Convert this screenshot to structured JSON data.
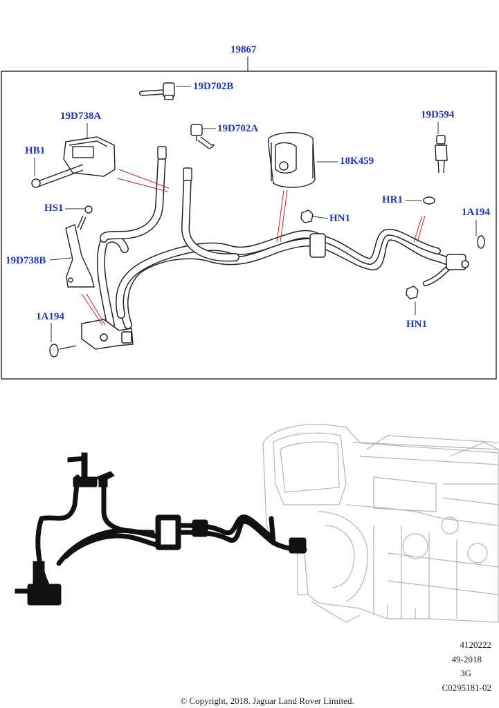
{
  "diagram": {
    "main_part": "19867",
    "callouts": {
      "c_19d702b": "19D702B",
      "c_19d738a": "19D738A",
      "c_19d702a": "19D702A",
      "c_19d594": "19D594",
      "c_hb1": "HB1",
      "c_18k459": "18K459",
      "c_hr1": "HR1",
      "c_hs1": "HS1",
      "c_hn1_top": "HN1",
      "c_1a194_right": "1A194",
      "c_19d738b": "19D738B",
      "c_1a194_left": "1A194",
      "c_hn1_bottom": "HN1"
    },
    "colors": {
      "callout": "#1a34d6",
      "leader_red": "#d62020",
      "frame": "#333333"
    }
  },
  "footer": {
    "code1": "4120222",
    "code2": "49-2018",
    "code3": "3G",
    "code4": "C0295181-02",
    "copyright": "© Copyright, 2018. Jaguar Land Rover Limited."
  }
}
